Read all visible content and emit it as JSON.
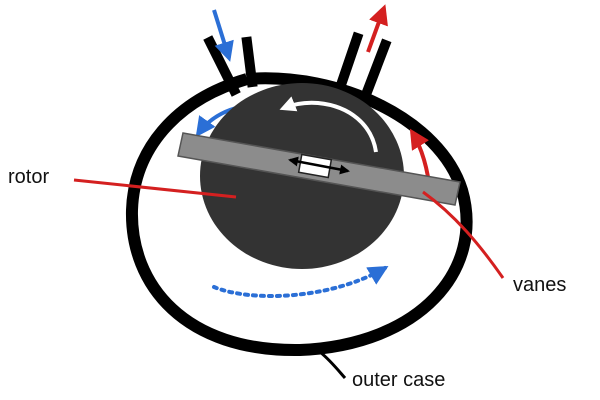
{
  "diagram": {
    "labels": {
      "rotor": "rotor",
      "vanes": "vanes",
      "outer_case": "outer case"
    },
    "colors": {
      "case_stroke": "#000000",
      "rotor_fill": "#333333",
      "vane_fill": "#8c8c8c",
      "inlet_arrow": "#2b6fd6",
      "outlet_arrow": "#d42020",
      "leader_line": "#d42020",
      "rotation_arrow": "#ffffff",
      "flow_dots": "#2b6fd6"
    },
    "icons": [
      "inlet-arrow-icon",
      "outlet-arrow-icon",
      "rotation-arrow-icon",
      "vane-spring-double-arrow-icon",
      "flow-dotted-arrow-icon"
    ]
  }
}
